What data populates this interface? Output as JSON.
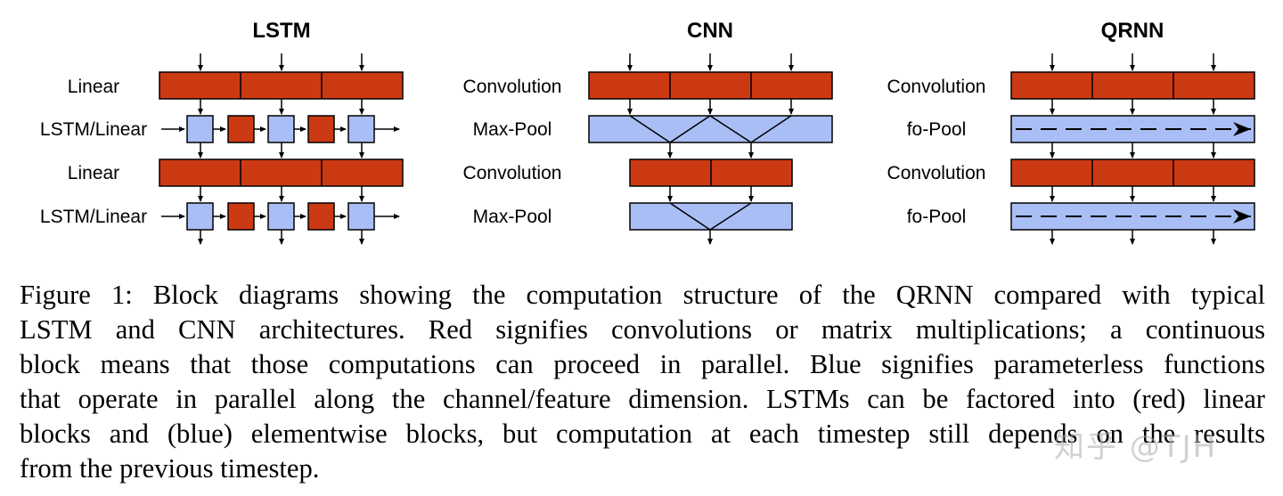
{
  "colors": {
    "red": "#cc3a14",
    "blue": "#a9bef5",
    "stroke": "#000000"
  },
  "panels": [
    {
      "key": "lstm",
      "title": "LSTM",
      "rows": [
        "Linear",
        "LSTM/Linear",
        "Linear",
        "LSTM/Linear"
      ]
    },
    {
      "key": "cnn",
      "title": "CNN",
      "rows": [
        "Convolution",
        "Max-Pool",
        "Convolution",
        "Max-Pool"
      ]
    },
    {
      "key": "qrnn",
      "title": "QRNN",
      "rows": [
        "Convolution",
        "fo-Pool",
        "Convolution",
        "fo-Pool"
      ]
    }
  ],
  "caption": {
    "lines": [
      "Figure 1: Block diagrams showing the computation structure of the QRNN compared with typical",
      "LSTM and CNN architectures. Red signifies convolutions or matrix multiplications; a continuous",
      "block means that those computations can proceed in parallel. Blue signifies parameterless functions",
      "that operate in parallel along the channel/feature dimension. LSTMs can be factored into (red) linear",
      "blocks and (blue) elementwise blocks, but computation at each timestep still depends on the results",
      "from the previous timestep."
    ]
  },
  "watermark": "知乎 @TJH"
}
